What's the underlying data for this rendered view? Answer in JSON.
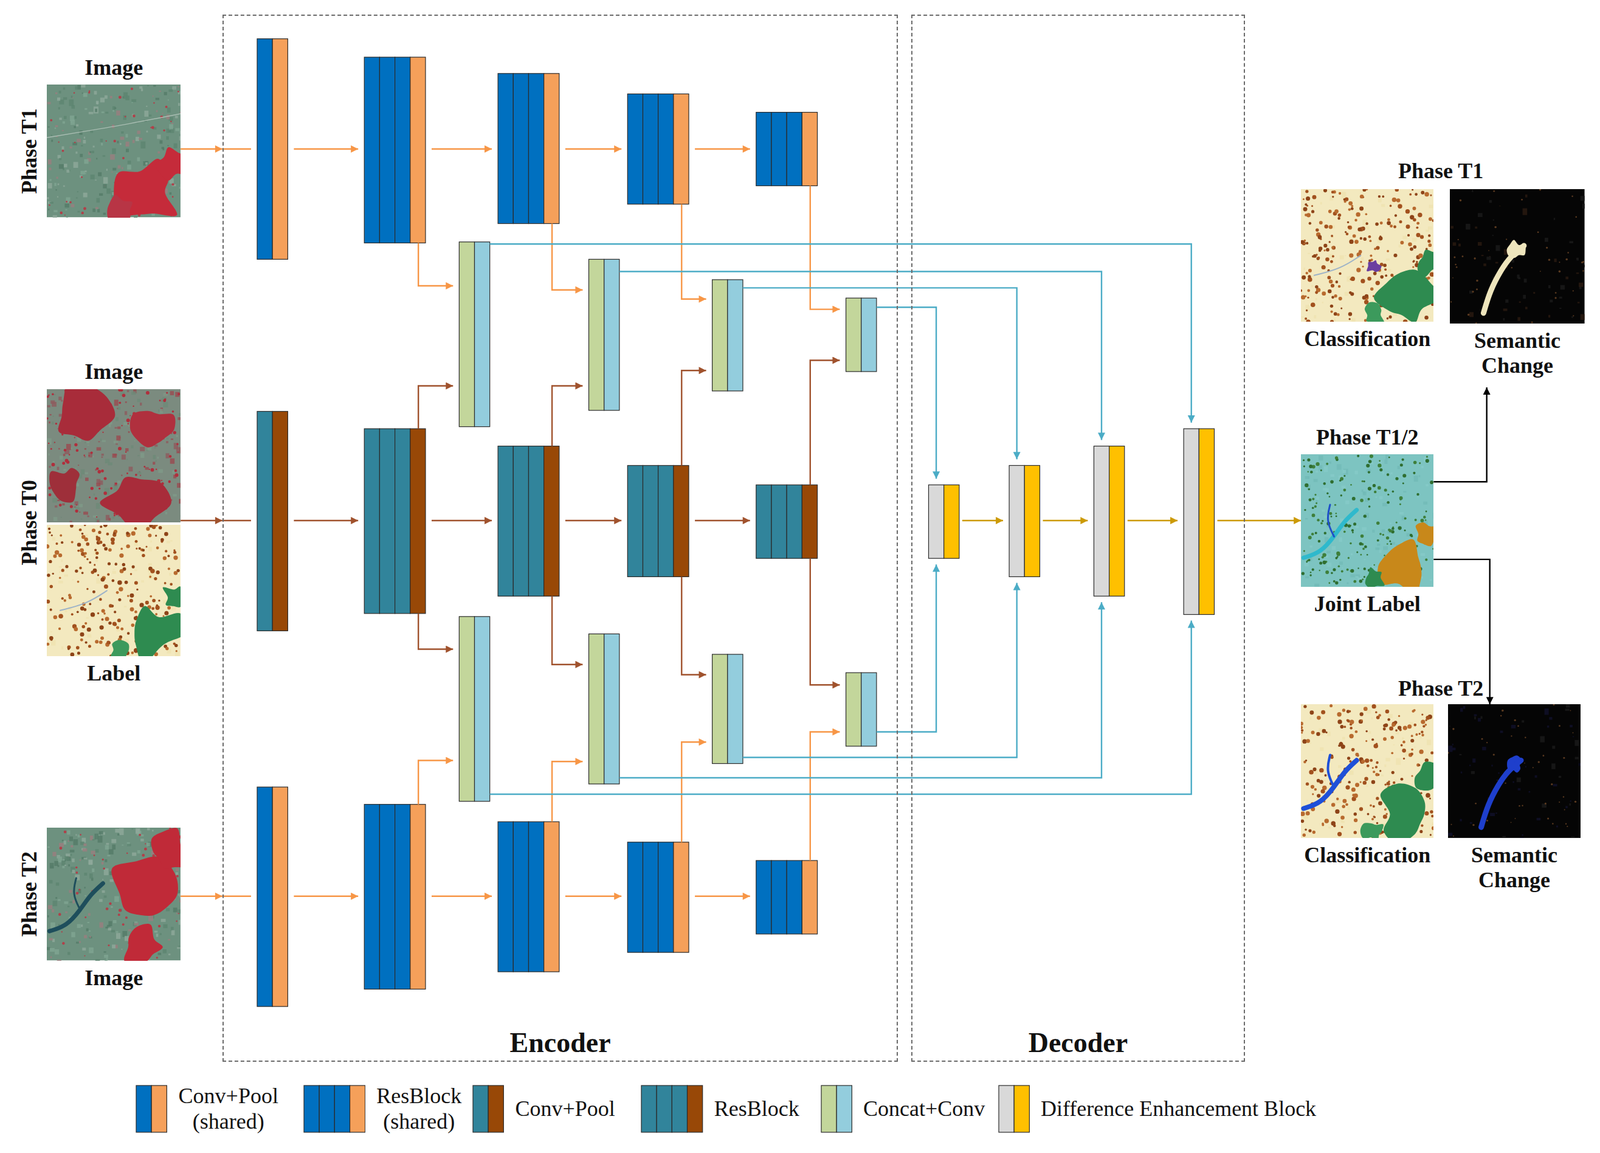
{
  "diagram": {
    "nodes": [
      {
        "text": [
          "Phase T1",
          "Image"
        ]
      },
      {
        "text": [
          "Phase T0",
          "Image",
          "Label"
        ]
      },
      {
        "text": [
          "Phase T2",
          "Image"
        ]
      },
      {
        "text": [
          "Encoder"
        ]
      },
      {
        "text": [
          "Decoder"
        ]
      },
      {
        "text": [
          "Classification"
        ]
      },
      {
        "text": [
          "Semantic Change"
        ]
      },
      {
        "text": [
          "Phase T1/2",
          "Joint Label"
        ]
      },
      {
        "text": [
          "Classification"
        ]
      },
      {
        "text": [
          "Semantic Change"
        ]
      }
    ],
    "edges": [
      {
        "from": 0,
        "to": 3,
        "arrow": "to"
      },
      {
        "from": 1,
        "to": 3,
        "arrow": "to"
      },
      {
        "from": 2,
        "to": 3,
        "arrow": "to"
      },
      {
        "from": 4,
        "to": 7,
        "arrow": "to"
      },
      {
        "from": 7,
        "to": 6,
        "arrow": "to"
      },
      {
        "from": 7,
        "to": 9,
        "arrow": "to"
      }
    ],
    "labels": [
      "Phase T1",
      "Phase T2"
    ],
    "legend": [
      {
        "text": "Conv+Pool (shared)"
      },
      {
        "text": "ResBlock (shared)"
      },
      {
        "text": "Conv+Pool"
      },
      {
        "text": "ResBlock"
      },
      {
        "text": "Concat+Conv"
      },
      {
        "text": "Difference Enhancement Block"
      }
    ]
  }
}
